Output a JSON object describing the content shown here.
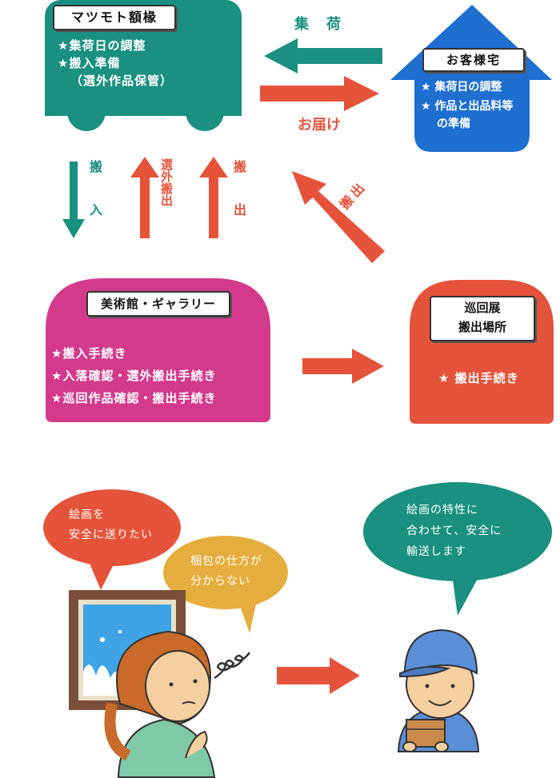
{
  "truck": {
    "label": "マツモト額椽",
    "items": [
      "★集荷日の調整",
      "★搬入準備",
      "（選外作品保管）"
    ]
  },
  "house": {
    "label": "お客様宅",
    "items": [
      "★ 集荷日の調整",
      "★ 作品と出品料等",
      "の準備"
    ]
  },
  "arrows": {
    "pickup": "集　荷",
    "delivery": "お届け",
    "carry_in": "搬　　入",
    "rejected_out": "選外搬出",
    "carry_out": "搬　　出",
    "carry_out_diag": "搬出"
  },
  "museum": {
    "label": "美術館・ギャラリー",
    "items": [
      "★搬入手続き",
      "★入落確認・選外搬出手続き",
      "★巡回作品確認・搬出手続き"
    ]
  },
  "tour": {
    "label_line1": "巡回展",
    "label_line2": "搬出場所",
    "item": "★ 搬出手続き"
  },
  "bubbles": {
    "safe": [
      "絵画を",
      "安全に送りたい"
    ],
    "packing": [
      "梱包の仕方が",
      "分からない"
    ],
    "answer": [
      "絵画の特性に",
      "合わせて、安全に",
      "輸送します"
    ]
  },
  "colors": {
    "teal": "#1a9080",
    "orange": "#e5533a",
    "blue": "#1f6fd1",
    "magenta": "#d33a8c",
    "yellow": "#e5ad3d"
  }
}
